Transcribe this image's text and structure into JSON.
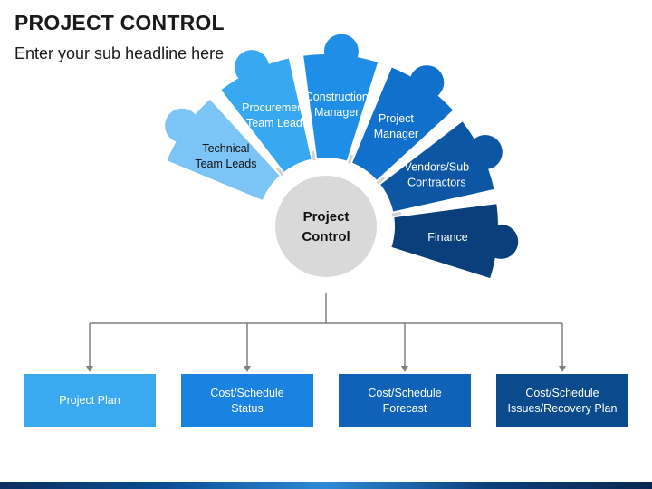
{
  "header": {
    "title": "PROJECT CONTROL",
    "subtitle": "Enter your sub headline here"
  },
  "center": {
    "line1": "Project",
    "line2": "Control"
  },
  "segments": [
    {
      "line1": "Technical",
      "line2": "Team Leads",
      "color": "#7cc4f6",
      "text_color": "#111111"
    },
    {
      "line1": "Procurement",
      "line2": "Team Lead",
      "color": "#38a8f0",
      "text_color": "#ffffff"
    },
    {
      "line1": "Construction",
      "line2": "Manager",
      "color": "#1f8ee6",
      "text_color": "#ffffff"
    },
    {
      "line1": "Project",
      "line2": "Manager",
      "color": "#1170cc",
      "text_color": "#ffffff"
    },
    {
      "line1": "Vendors/Sub",
      "line2": "Contractors",
      "color": "#0d56a3",
      "text_color": "#ffffff"
    },
    {
      "line1": "Finance",
      "line2": "",
      "color": "#0a3f7c",
      "text_color": "#ffffff"
    }
  ],
  "boxes": [
    {
      "label": "Project Plan",
      "color": "#3aa9f0"
    },
    {
      "label": "Cost/Schedule\nStatus",
      "color": "#1a82e0"
    },
    {
      "label": "Cost/Schedule\nForecast",
      "color": "#0f62b8"
    },
    {
      "label": "Cost/Schedule\nIssues/Recovery Plan",
      "color": "#0b4a8c"
    }
  ]
}
